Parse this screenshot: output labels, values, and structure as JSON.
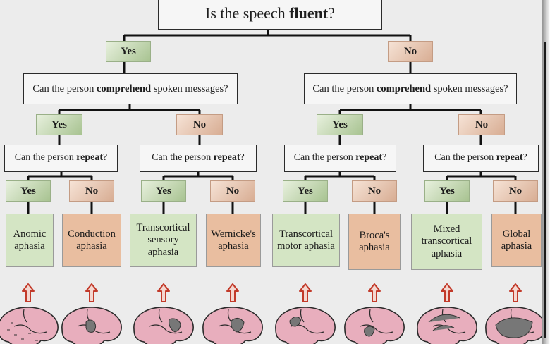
{
  "title": {
    "prefix": "Is the speech ",
    "bold": "fluent",
    "suffix": "?"
  },
  "branches": {
    "fluent_yes": "Yes",
    "fluent_no": "No"
  },
  "comprehend_question": {
    "prefix": "Can the person ",
    "bold": "comprehend",
    "suffix": " spoken messages?"
  },
  "repeat_question": {
    "prefix": "Can the person ",
    "bold": "repeat",
    "suffix": "?"
  },
  "level2_tags": [
    "Yes",
    "No",
    "Yes",
    "No"
  ],
  "level3_tags": [
    "Yes",
    "No",
    "Yes",
    "No",
    "Yes",
    "No",
    "Yes",
    "No"
  ],
  "outcomes": [
    {
      "label": "Anomic aphasia",
      "color": "#d4e5c4"
    },
    {
      "label": "Conduction aphasia",
      "color": "#e9bea0"
    },
    {
      "label": "Transcortical sensory aphasia",
      "color": "#d4e5c4"
    },
    {
      "label": "Wernicke's aphasia",
      "color": "#e9bea0"
    },
    {
      "label": "Transcortical motor aphasia",
      "color": "#d4e5c4"
    },
    {
      "label": "Broca's aphasia",
      "color": "#e9bea0"
    },
    {
      "label": "Mixed transcortical aphasia",
      "color": "#d4e5c4"
    },
    {
      "label": "Global aphasia",
      "color": "#e9bea0"
    }
  ],
  "colors": {
    "yes_tag": "#a8c391",
    "no_tag": "#d8ad93",
    "arrow": "#c23a2a",
    "brain": "#e8aebd"
  }
}
